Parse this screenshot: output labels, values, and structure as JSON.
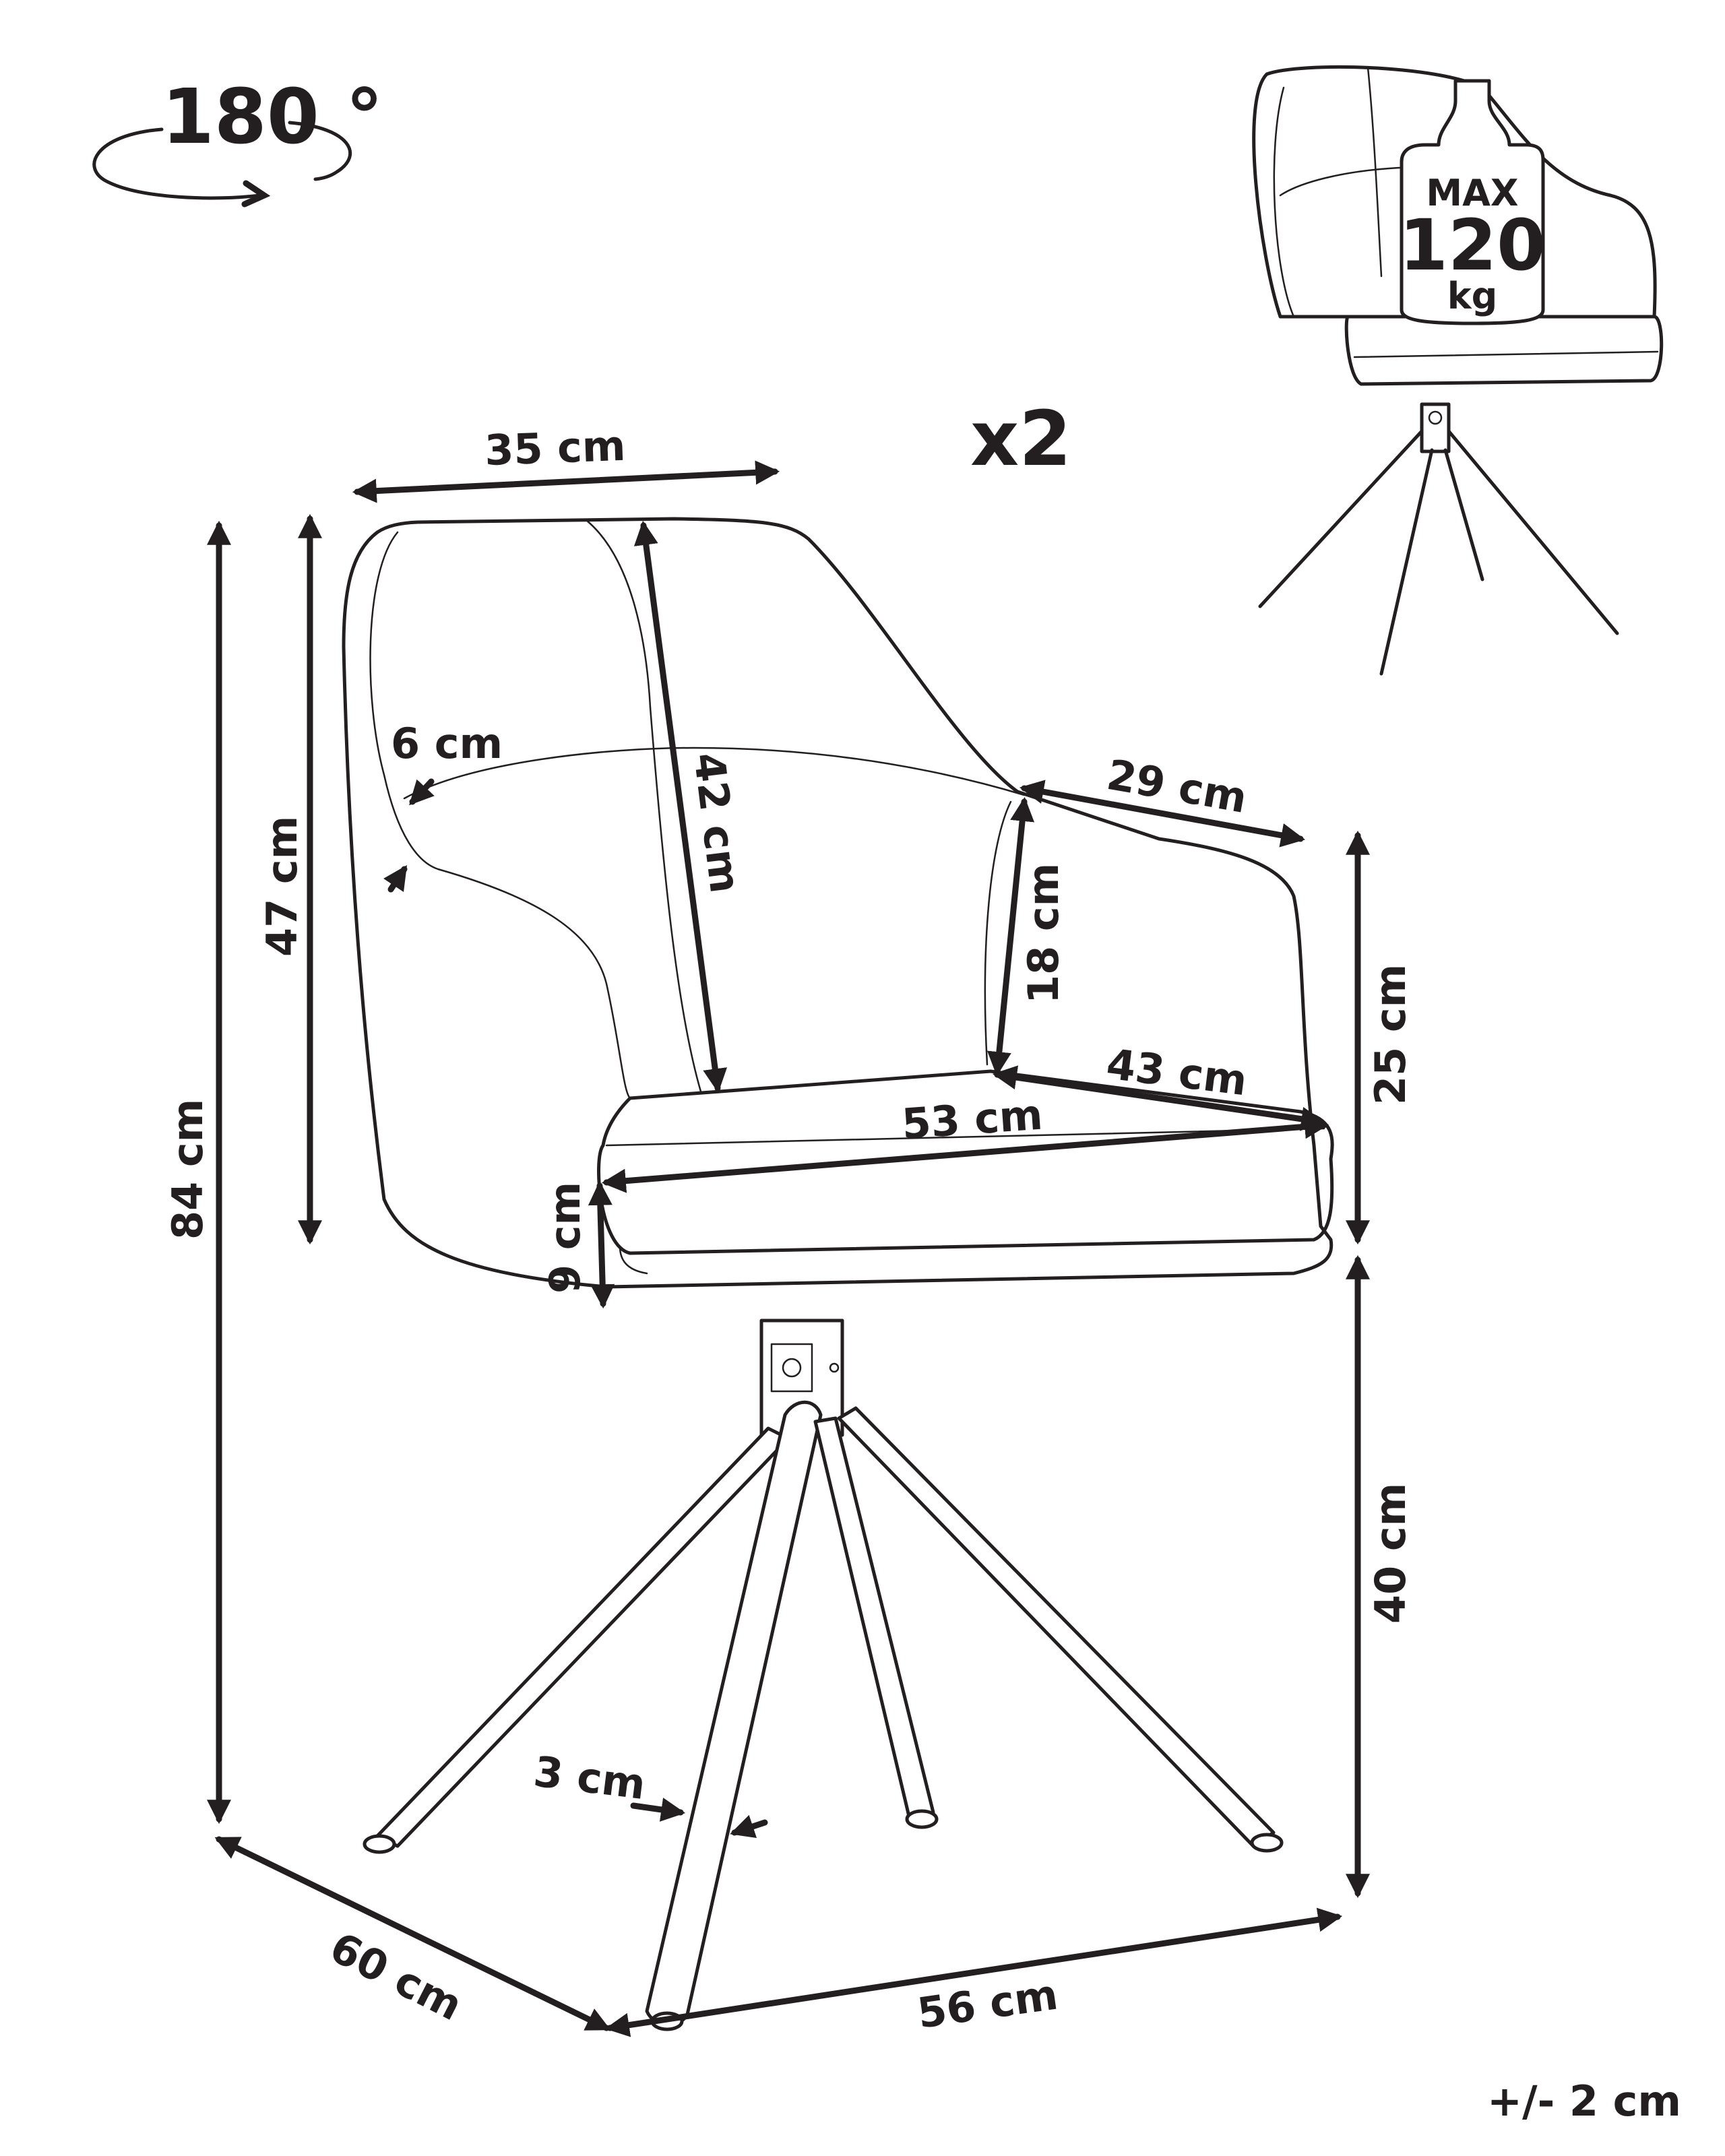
{
  "rotation": {
    "label": "180 °"
  },
  "quantity": {
    "label": "x2"
  },
  "weight_badge": {
    "max_label": "MAX",
    "value": "120",
    "unit": "kg"
  },
  "dimensions": {
    "width_backrest": "35 cm",
    "backrest_height": "42 cm",
    "backrest_thickness": "6 cm",
    "backrest_section_height": "47 cm",
    "total_height": "84 cm",
    "armrest_length": "29 cm",
    "armrest_height": "18 cm",
    "seat_depth": "43 cm",
    "seat_width": "53 cm",
    "seat_thickness": "9 cm",
    "arm_height_from_seat": "25 cm",
    "seat_height": "40 cm",
    "leg_thickness": "3 cm",
    "base_depth": "60 cm",
    "base_width": "56 cm"
  },
  "tolerance": {
    "label": "+/- 2 cm"
  }
}
